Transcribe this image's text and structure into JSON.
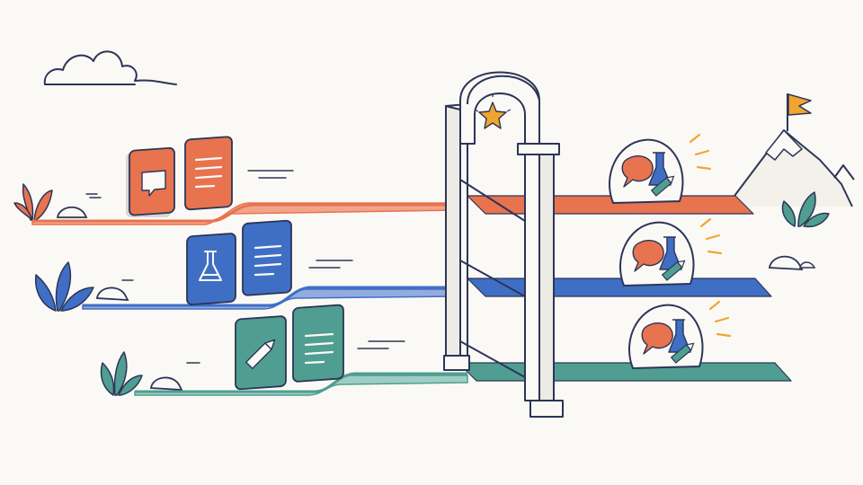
{
  "illustration": {
    "theme": "three parallel tracks passing through a single arched gateway",
    "colors": {
      "background": "#fbf9f5",
      "ink": "#2c3557",
      "orange": "#e8734f",
      "orange_light": "#f2a48a",
      "blue": "#3f6fc4",
      "blue_light": "#93acdf",
      "green": "#4f9e91",
      "green_light": "#9fcdc3",
      "gold": "#f0a531",
      "plant_orange": "#e8734f",
      "plant_blue": "#3f6fc4",
      "plant_green": "#4f9e91"
    },
    "tracks": [
      {
        "id": "track-orange",
        "color_key": "orange",
        "card_icons": [
          "speech-bubble-icon",
          "document-lines-icon"
        ],
        "bubble_icons": [
          "speech-bubble-icon",
          "flask-icon",
          "pencil-icon"
        ]
      },
      {
        "id": "track-blue",
        "color_key": "blue",
        "card_icons": [
          "flask-icon",
          "document-lines-icon"
        ],
        "bubble_icons": [
          "speech-bubble-icon",
          "flask-icon",
          "pencil-icon"
        ]
      },
      {
        "id": "track-green",
        "color_key": "green",
        "card_icons": [
          "pencil-icon",
          "document-lines-icon"
        ],
        "bubble_icons": [
          "speech-bubble-icon",
          "flask-icon",
          "pencil-icon"
        ]
      }
    ],
    "gateway_icon": "star-icon",
    "summit_icon": "flag-icon"
  }
}
